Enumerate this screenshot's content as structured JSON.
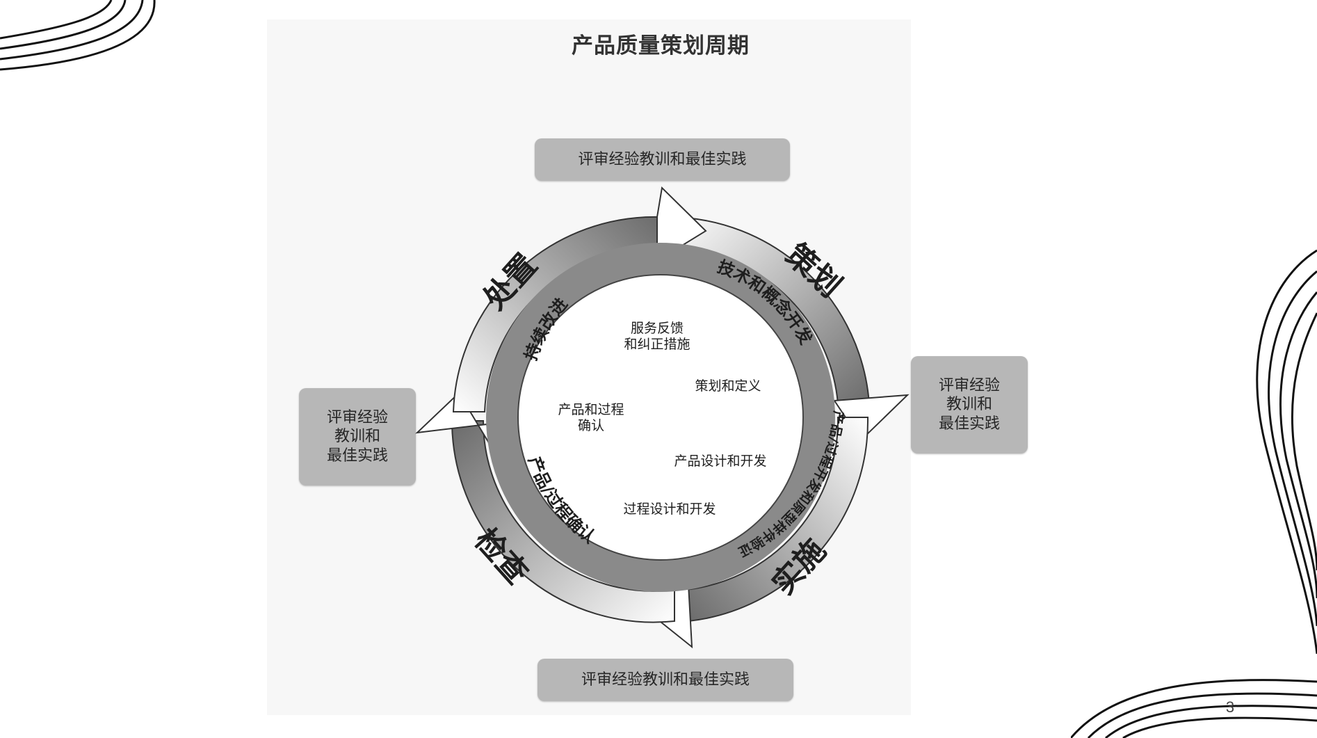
{
  "slide": {
    "title": "产品质量策划周期",
    "page_number": "3"
  },
  "boxes": {
    "top": "评审经验教训和最佳实践",
    "bottom": "评审经验教训和最佳实践",
    "right": "评审经验\n教训和\n最佳实践",
    "left": "评审经验\n教训和\n最佳实践"
  },
  "cycle": {
    "phases": {
      "plan": "策划",
      "do": "实施",
      "check": "检查",
      "act": "处置"
    },
    "ring_labels": {
      "top_right": "技术和概念开发",
      "right": "产品/过程开发和原型样件验证",
      "bottom_left": "产品/过程确认",
      "top_left": "持续改进"
    },
    "center_items": {
      "service": "服务反馈\n和纠正措施",
      "plan_define": "策划和定义",
      "validation": "产品和过程\n确认",
      "product_design": "产品设计和开发",
      "process_design": "过程设计和开发"
    }
  },
  "colors": {
    "box_fill": "#b7b7b7",
    "ring_dark": "#6e6e6e",
    "ring_light": "#ffffff",
    "text": "#1e1e1e"
  }
}
